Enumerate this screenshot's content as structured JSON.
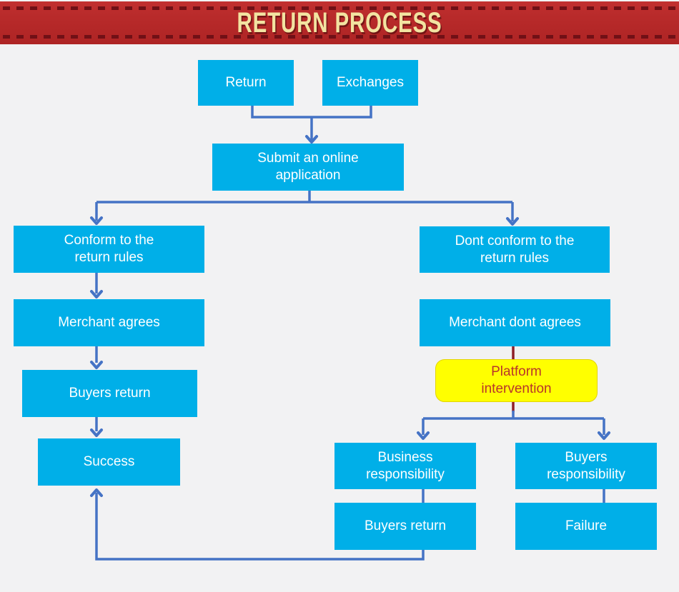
{
  "page": {
    "background": "#F2F2F3"
  },
  "banner": {
    "title": "RETURN PROCESS",
    "background": "#B92B2B",
    "dash_color": "#701016",
    "title_color": "#F2E3A1"
  },
  "colors": {
    "node_fill": "#00AFE8",
    "node_text": "#FFFFFF",
    "connector": "#4573C5",
    "maroon_connector": "#8E1F29",
    "highlight_fill": "#FFFF00",
    "highlight_border": "#E3D400",
    "highlight_text": "#B8352A"
  },
  "nodes": {
    "return": {
      "label": "Return"
    },
    "exchanges": {
      "label": "Exchanges"
    },
    "submit": {
      "label": "Submit an online application"
    },
    "conform": {
      "label": "Conform to the return rules"
    },
    "merchant_agrees": {
      "label": "Merchant agrees"
    },
    "buyers_return_left": {
      "label": "Buyers return"
    },
    "success": {
      "label": "Success"
    },
    "dont_conform": {
      "label": "Dont conform to the return rules"
    },
    "merchant_dont_agrees": {
      "label": "Merchant dont agrees"
    },
    "platform_intervention": {
      "label": "Platform intervention"
    },
    "business_responsibility": {
      "label": "Business responsibility"
    },
    "buyers_responsibility": {
      "label": "Buyers responsibility"
    },
    "buyers_return_bottom": {
      "label": "Buyers return"
    },
    "failure": {
      "label": "Failure"
    }
  },
  "edges": [
    {
      "from": "Return",
      "to": "Submit an online application"
    },
    {
      "from": "Exchanges",
      "to": "Submit an online application"
    },
    {
      "from": "Submit an online application",
      "to": "Conform to the return rules"
    },
    {
      "from": "Submit an online application",
      "to": "Dont conform to the return rules"
    },
    {
      "from": "Conform to the return rules",
      "to": "Merchant agrees"
    },
    {
      "from": "Merchant agrees",
      "to": "Buyers return"
    },
    {
      "from": "Buyers return",
      "to": "Success"
    },
    {
      "from": "Dont conform to the return rules",
      "to": "Merchant dont agrees"
    },
    {
      "from": "Merchant dont agrees",
      "to": "Platform intervention"
    },
    {
      "from": "Platform intervention",
      "to": "Business responsibility"
    },
    {
      "from": "Platform intervention",
      "to": "Buyers responsibility"
    },
    {
      "from": "Business responsibility",
      "to": "Buyers return"
    },
    {
      "from": "Buyers responsibility",
      "to": "Failure"
    },
    {
      "from": "Buyers return (bottom)",
      "to": "Success"
    }
  ]
}
